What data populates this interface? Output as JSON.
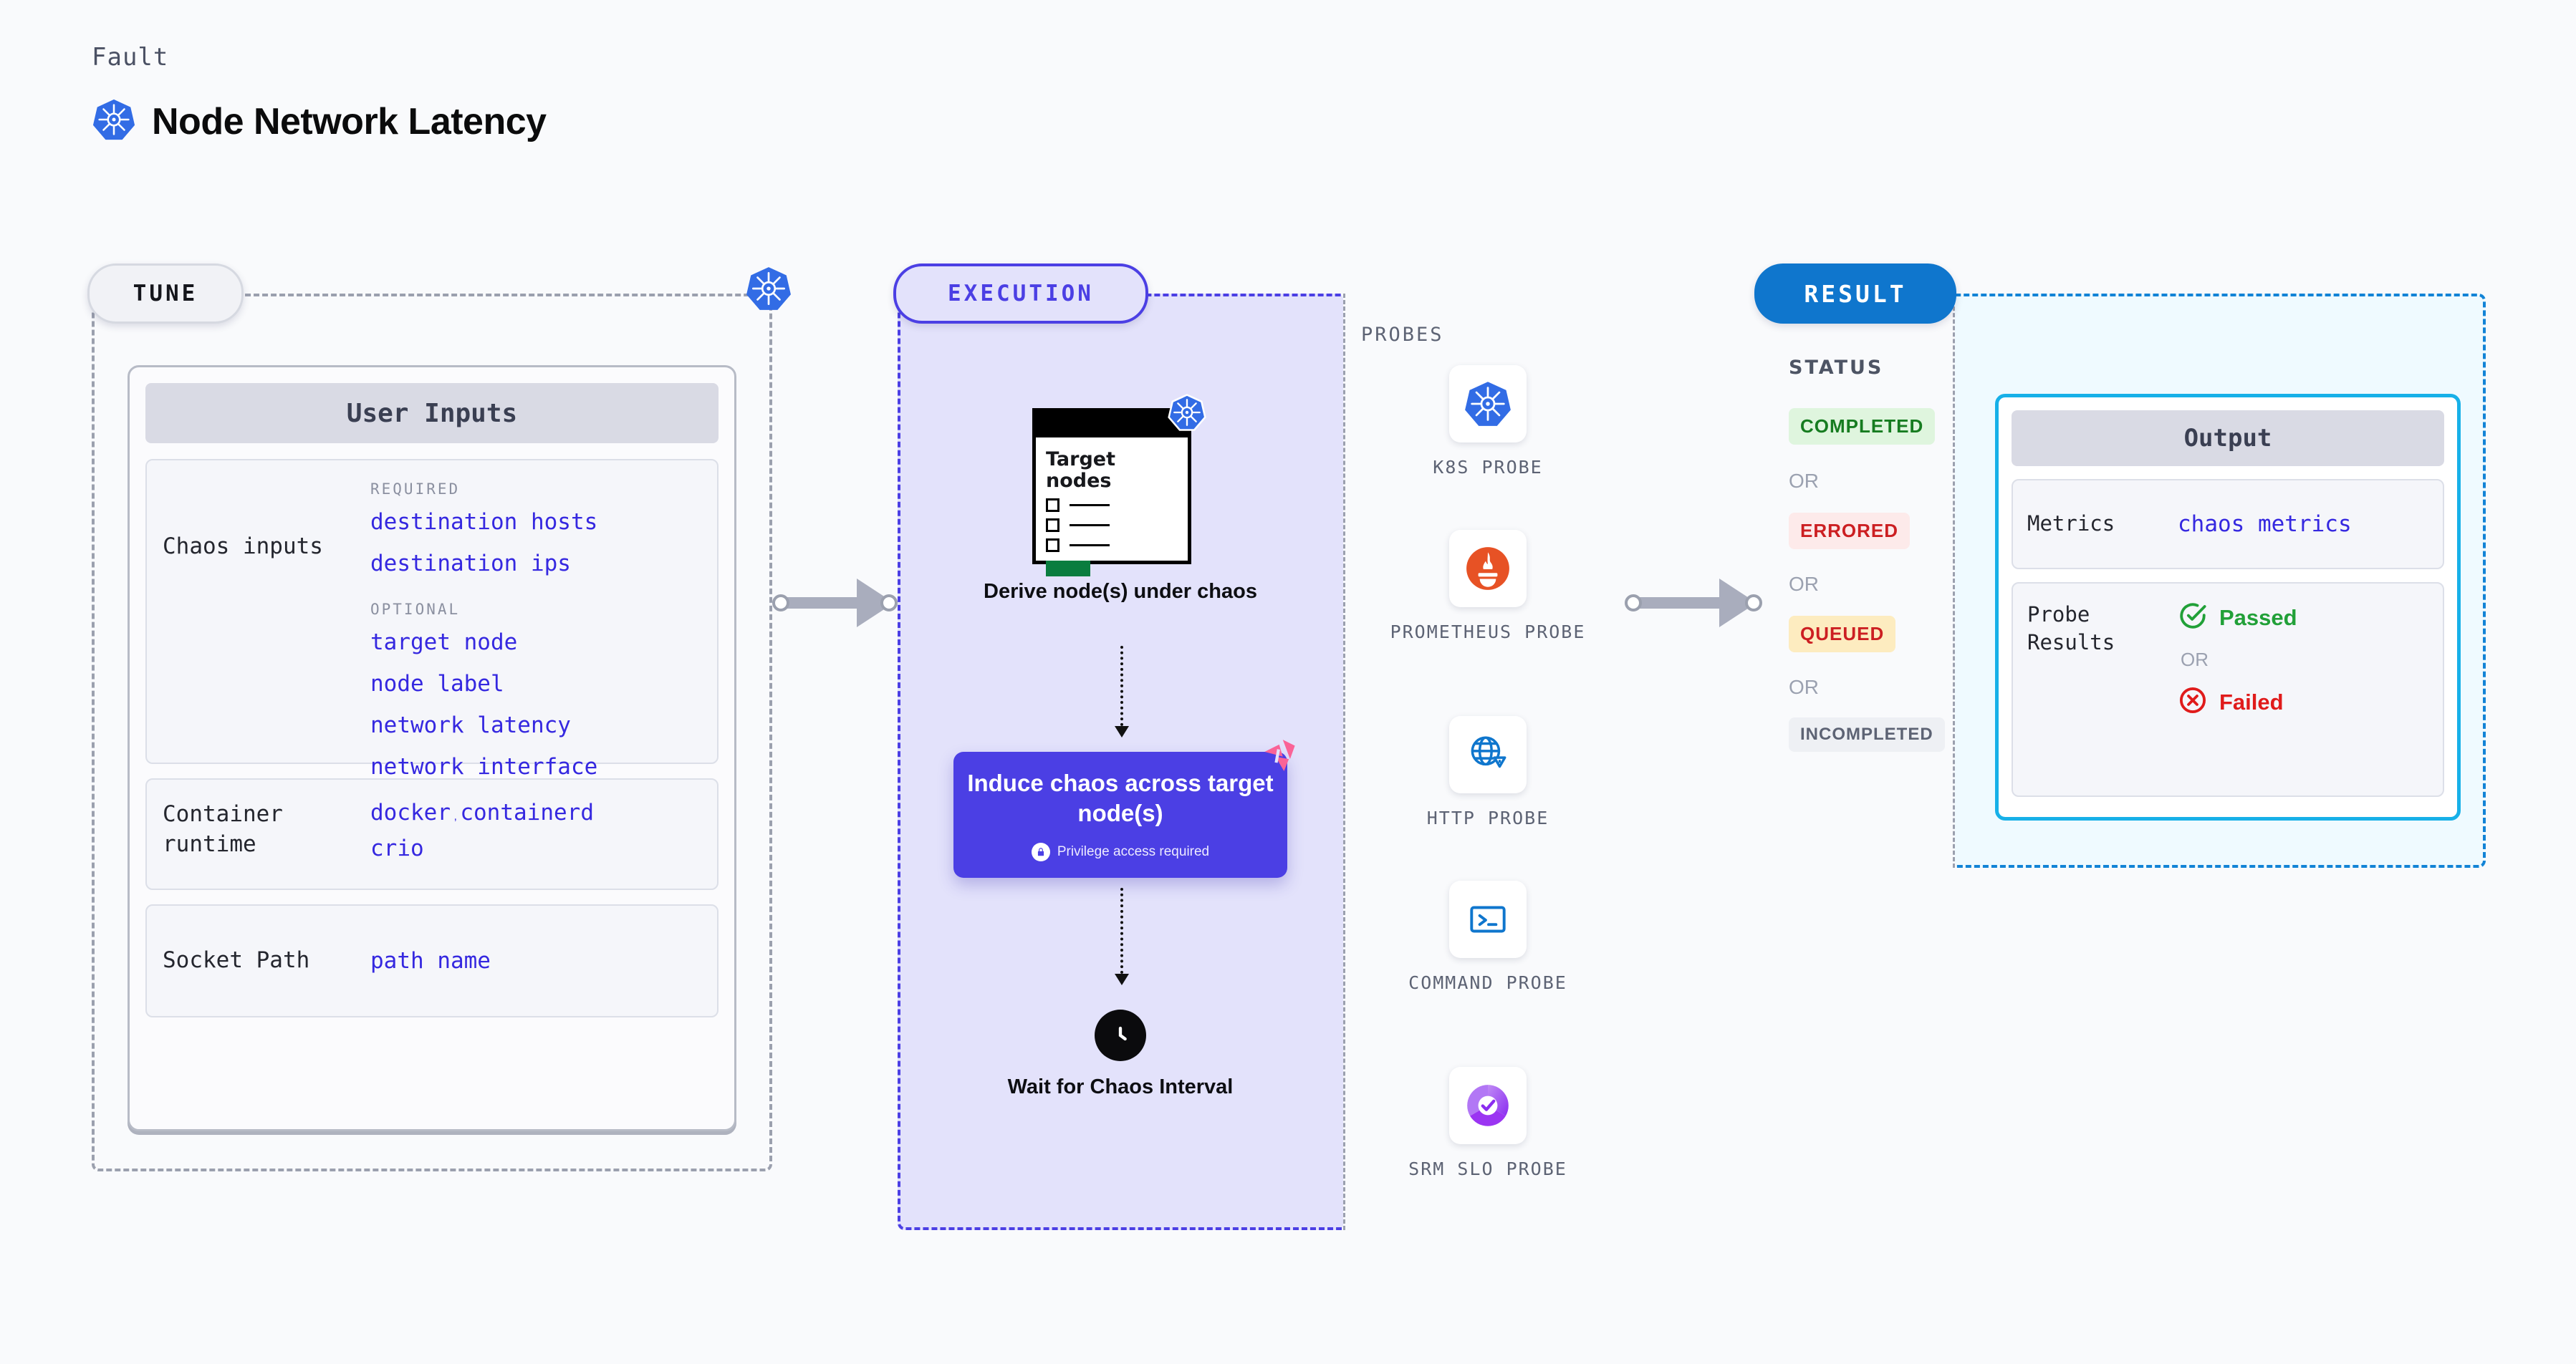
{
  "header": {
    "fault_label": "Fault",
    "title": "Node Network Latency",
    "icon": "kubernetes-icon"
  },
  "tune": {
    "pill_label": "TUNE",
    "badge_icon": "kubernetes-icon",
    "card_title": "User Inputs",
    "sections": [
      {
        "label": "Chaos inputs",
        "groups": [
          {
            "tag": "REQUIRED",
            "values": [
              "destination hosts",
              "destination ips"
            ]
          },
          {
            "tag": "OPTIONAL",
            "values": [
              "target node",
              "node label",
              "network latency",
              "network interface"
            ]
          }
        ]
      },
      {
        "label": "Container runtime",
        "inline_values": [
          "docker",
          "containerd"
        ],
        "separator": ",",
        "values": [
          "crio"
        ]
      },
      {
        "label": "Socket Path",
        "values": [
          "path name"
        ]
      }
    ]
  },
  "execution": {
    "pill_label": "EXECUTION",
    "flow": {
      "step1": {
        "card_title": "Target nodes",
        "badge_icon": "kubernetes-icon",
        "caption": "Derive node(s) under chaos",
        "checkbox_count": 3
      },
      "step2": {
        "title": "Induce chaos across target node(s)",
        "privilege_note": "Privilege access required",
        "lock_icon": "lock-icon",
        "corner_icon": "harness-icon",
        "color": "#4b3fe4"
      },
      "step3": {
        "caption": "Wait for Chaos Interval",
        "icon": "clock-icon"
      }
    },
    "probes": {
      "title": "PROBES",
      "items": [
        {
          "label": "K8S PROBE",
          "icon": "kubernetes-icon"
        },
        {
          "label": "PROMETHEUS PROBE",
          "icon": "prometheus-icon"
        },
        {
          "label": "HTTP PROBE",
          "icon": "globe-warning-icon"
        },
        {
          "label": "COMMAND PROBE",
          "icon": "terminal-icon"
        },
        {
          "label": "SRM SLO PROBE",
          "icon": "srm-slo-icon"
        }
      ]
    }
  },
  "result": {
    "pill_label": "RESULT",
    "status_title": "STATUS",
    "or_label": "OR",
    "statuses": [
      {
        "label": "COMPLETED",
        "color": "#167c20",
        "bg": "#dff5de"
      },
      {
        "label": "ERRORED",
        "color": "#cc1f22",
        "bg": "#fdeaea"
      },
      {
        "label": "QUEUED",
        "color": "#cc1f22",
        "bg": "#fdecc0"
      },
      {
        "label": "INCOMPLETED",
        "color": "#5d6374",
        "bg": "#eef0f4"
      }
    ],
    "output": {
      "title": "Output",
      "rows": [
        {
          "label": "Metrics",
          "value": "chaos metrics"
        },
        {
          "label": "Probe Results",
          "passed": "Passed",
          "failed": "Failed",
          "or_label": "OR",
          "passed_color": "#21a038",
          "failed_color": "#e01b1b",
          "passed_icon": "check-circle-icon",
          "failed_icon": "x-circle-icon"
        }
      ]
    }
  },
  "connectors": {
    "tune_to_execution": "arrow-right",
    "execution_to_result": "arrow-right"
  },
  "colors": {
    "accent_purple": "#4b3fe4",
    "accent_blue": "#0f76cd",
    "kubernetes_blue": "#326ce5",
    "value_blue": "#3528e0"
  }
}
